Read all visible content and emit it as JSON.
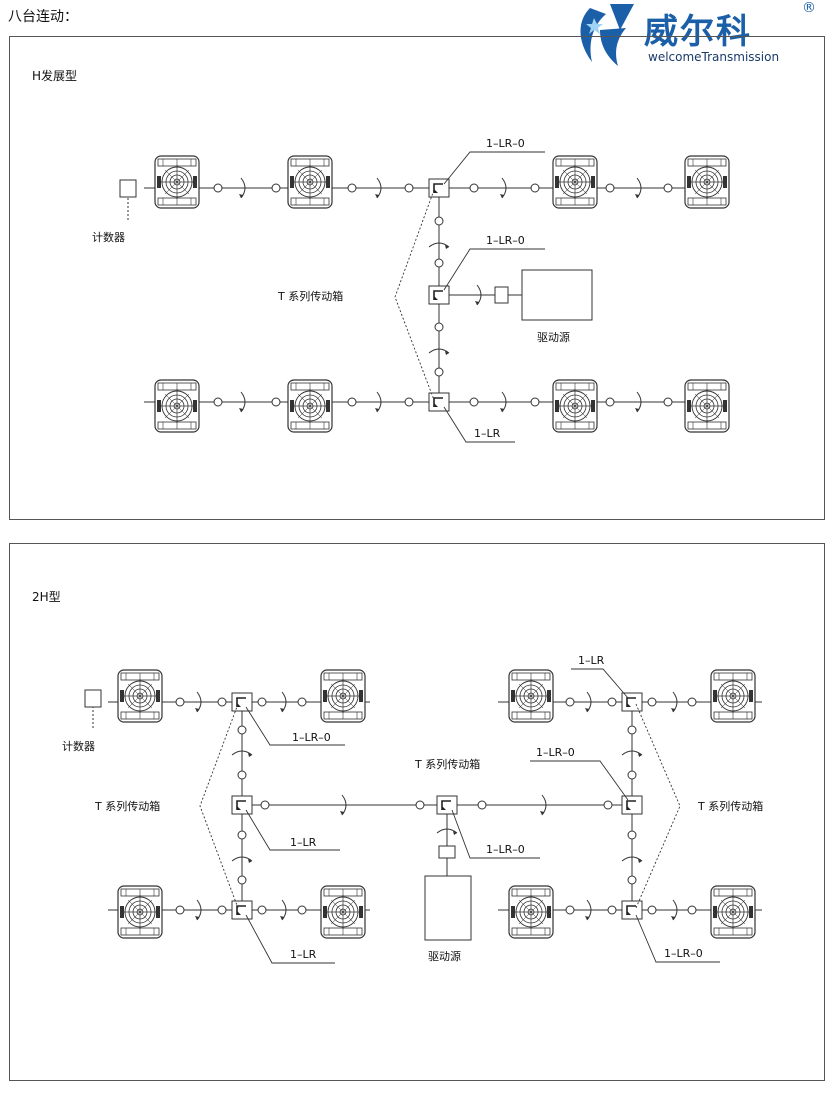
{
  "page": {
    "title": "八台连动："
  },
  "logo": {
    "name_cn": "威尔科",
    "name_en": "welcomeTransmission",
    "registered_mark": "®",
    "color": "#1a5fa8",
    "accent": "#9fd3f5"
  },
  "diagram_h": {
    "label": "H发展型",
    "counter": "计数器",
    "gearbox_series": "T 系列传动箱",
    "drive_source": "驱动源",
    "callout_top": "1–LR–0",
    "callout_mid": "1–LR–0",
    "callout_bottom": "1–LR"
  },
  "diagram_2h": {
    "label": "2H型",
    "counter": "计数器",
    "gearbox_series_center": "T 系列传动箱",
    "gearbox_series_left": "T 系列传动箱",
    "gearbox_series_right": "T 系列传动箱",
    "drive_source": "驱动源",
    "callout_left_top": "1–LR–0",
    "callout_left_mid": "1–LR",
    "callout_left_bottom": "1–LR",
    "callout_right_top": "1–LR",
    "callout_right_mid": "1–LR–0",
    "callout_right_bottom": "1–LR–0",
    "callout_center": "1–LR–0"
  },
  "colors": {
    "line": "#333333",
    "fill": "#ffffff",
    "dark": "#222222"
  }
}
